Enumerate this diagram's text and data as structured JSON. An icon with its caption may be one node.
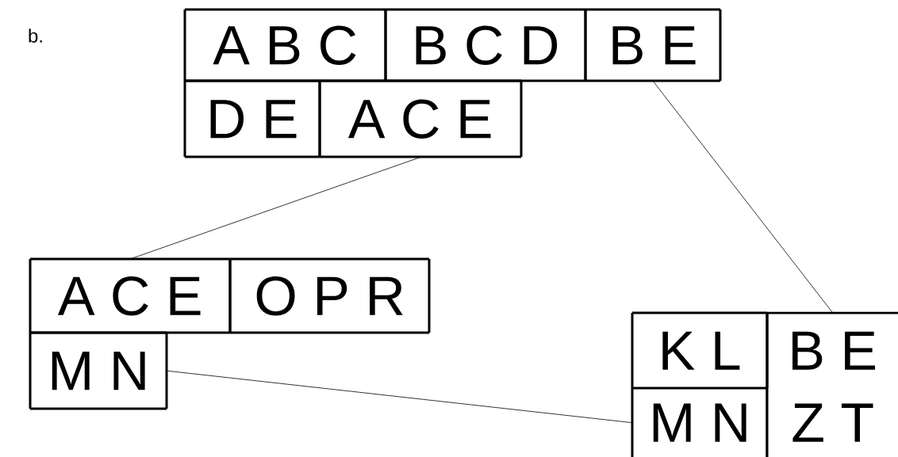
{
  "diagram": {
    "nodes": [
      {
        "text": [
          "A B C"
        ]
      },
      {
        "text": [
          "B C D"
        ]
      },
      {
        "text": [
          "B E"
        ]
      },
      {
        "text": [
          "D E"
        ]
      },
      {
        "text": [
          "A C E"
        ]
      },
      {
        "text": [
          "A C E"
        ]
      },
      {
        "text": [
          "O P R"
        ]
      },
      {
        "text": [
          "M N"
        ]
      },
      {
        "text": [
          "K L"
        ]
      },
      {
        "text": [
          "B E"
        ]
      },
      {
        "text": [
          "M N"
        ]
      },
      {
        "text": [
          "Z T"
        ]
      }
    ],
    "edges": [
      {
        "from": 4,
        "to": 5,
        "arrow": "none"
      },
      {
        "from": 2,
        "to": 9,
        "arrow": "none"
      },
      {
        "from": 7,
        "to": 10,
        "arrow": "none"
      }
    ],
    "labels": [
      "b."
    ]
  }
}
